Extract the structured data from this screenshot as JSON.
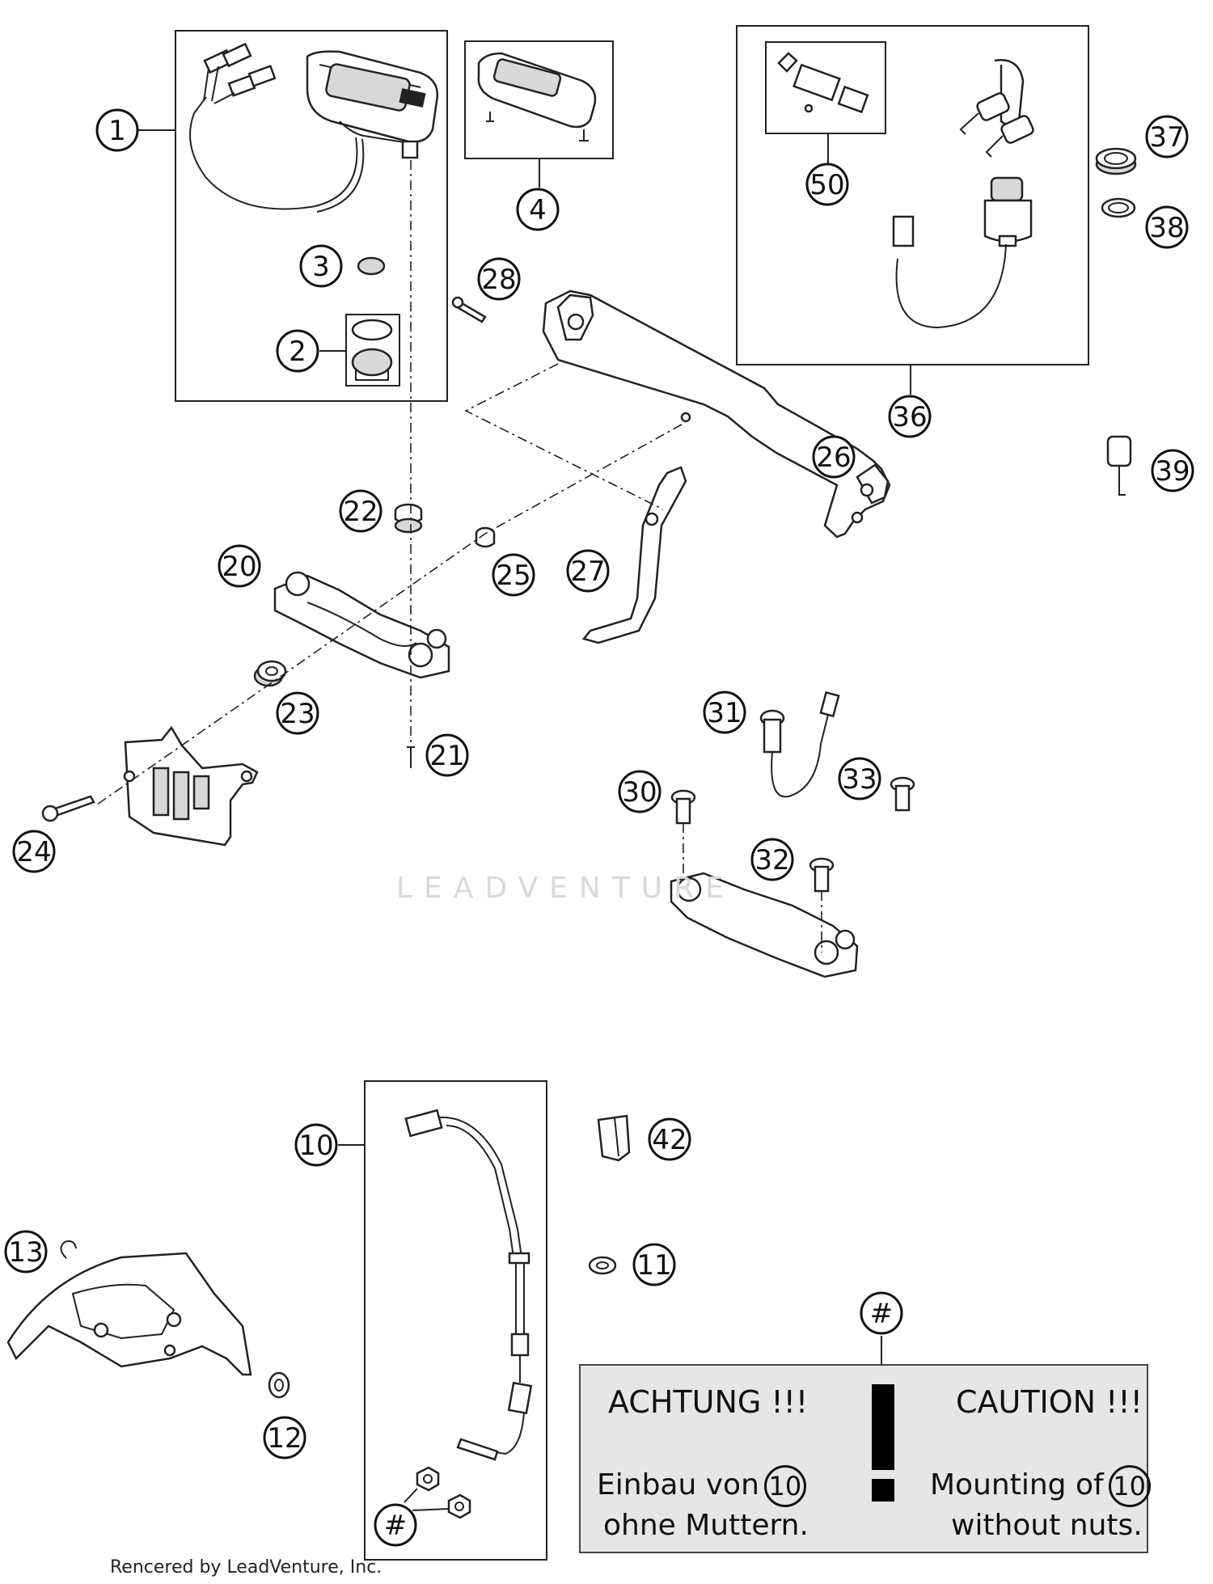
{
  "callouts": {
    "c1": "1",
    "c2": "2",
    "c3": "3",
    "c4": "4",
    "c50": "50",
    "c37": "37",
    "c38": "38",
    "c36": "36",
    "c39": "39",
    "c28": "28",
    "c26": "26",
    "c22": "22",
    "c20": "20",
    "c25": "25",
    "c27": "27",
    "c23": "23",
    "c21": "21",
    "c24": "24",
    "c31": "31",
    "c30": "30",
    "c33": "33",
    "c32": "32",
    "c10": "10",
    "c42": "42",
    "c11": "11",
    "c13": "13",
    "c12": "12",
    "c_hash_top": "#",
    "c_hash_bottom": "#"
  },
  "caution": {
    "de_title": "ACHTUNG !!!",
    "en_title": "CAUTION !!!",
    "de_line1": "Einbau von",
    "de_ref": "10",
    "de_line2": "ohne Muttern.",
    "en_line1": "Mounting of",
    "en_ref": "10",
    "en_line2": "without nuts."
  },
  "watermark": "LEADVENTURE",
  "footer": "Rencered by LeadVenture, Inc."
}
